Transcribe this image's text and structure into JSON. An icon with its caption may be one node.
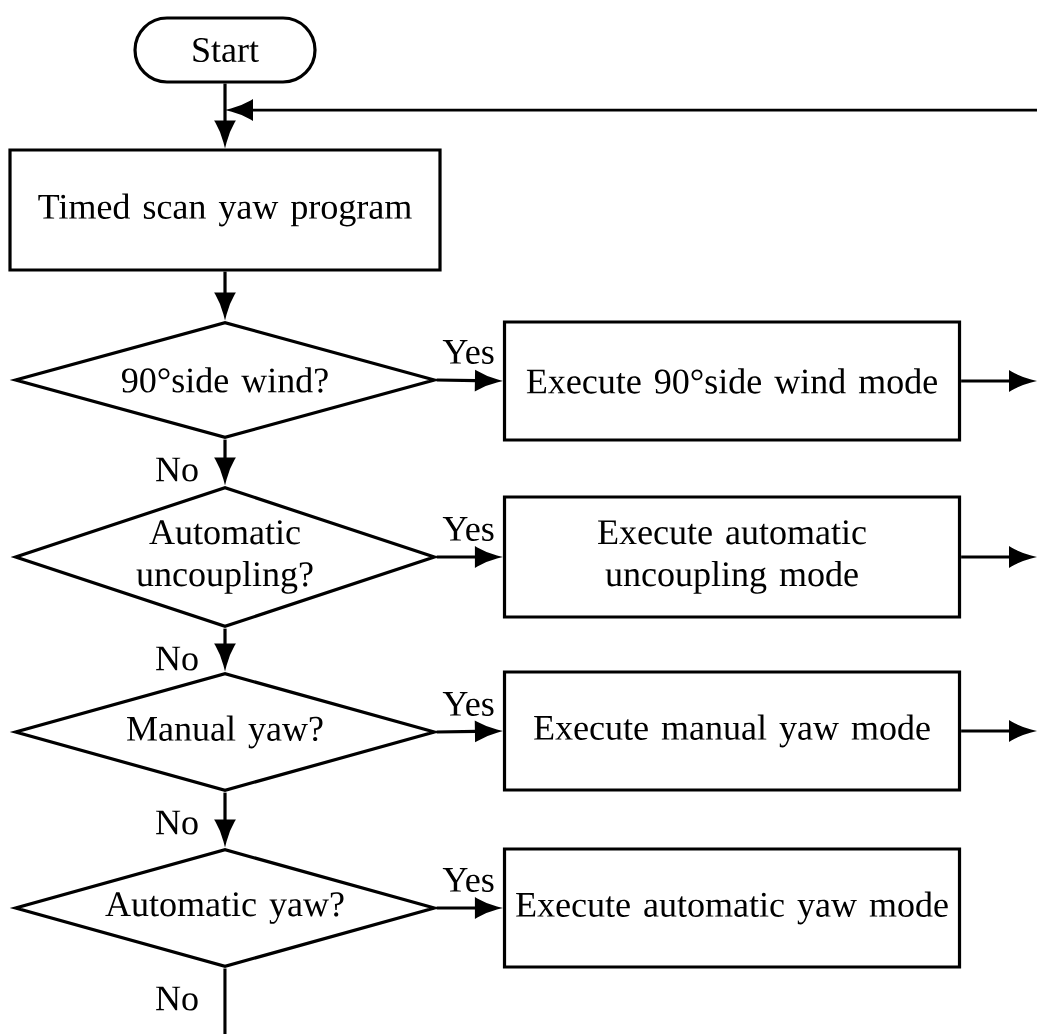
{
  "diagram": {
    "nodes": [
      {
        "text": [
          "Start"
        ]
      },
      {
        "text": [
          "Timed scan yaw program"
        ]
      },
      {
        "text": [
          "90°side wind?"
        ]
      },
      {
        "text": [
          "Execute 90°side wind mode"
        ]
      },
      {
        "text": [
          "Automatic uncoupling?"
        ]
      },
      {
        "text": [
          "Execute automatic uncoupling mode"
        ]
      },
      {
        "text": [
          "Manual yaw?"
        ]
      },
      {
        "text": [
          "Execute manual yaw mode"
        ]
      },
      {
        "text": [
          "Automatic yaw?"
        ]
      },
      {
        "text": [
          "Execute automatic yaw mode"
        ]
      }
    ],
    "edges": [
      {
        "from": 0,
        "to": 1,
        "arrow": "to"
      },
      {
        "from": null,
        "to": 1,
        "arrow": "to"
      },
      {
        "from": 1,
        "to": 2,
        "arrow": "to"
      },
      {
        "from": 2,
        "to": 3,
        "arrow": "to",
        "label": "Yes"
      },
      {
        "from": 2,
        "to": 4,
        "arrow": "to",
        "label": "No"
      },
      {
        "from": 3,
        "to": null,
        "arrow": "to"
      },
      {
        "from": 4,
        "to": 5,
        "arrow": "to",
        "label": "Yes"
      },
      {
        "from": 4,
        "to": 6,
        "arrow": "to",
        "label": "No"
      },
      {
        "from": 5,
        "to": null,
        "arrow": "to"
      },
      {
        "from": 6,
        "to": 7,
        "arrow": "to",
        "label": "Yes"
      },
      {
        "from": 6,
        "to": 8,
        "arrow": "to",
        "label": "No"
      },
      {
        "from": 7,
        "to": null,
        "arrow": "to"
      },
      {
        "from": 8,
        "to": 9,
        "arrow": "to",
        "label": "Yes"
      },
      {
        "from": 8,
        "to": null,
        "arrow": "none",
        "label": "No"
      }
    ]
  }
}
